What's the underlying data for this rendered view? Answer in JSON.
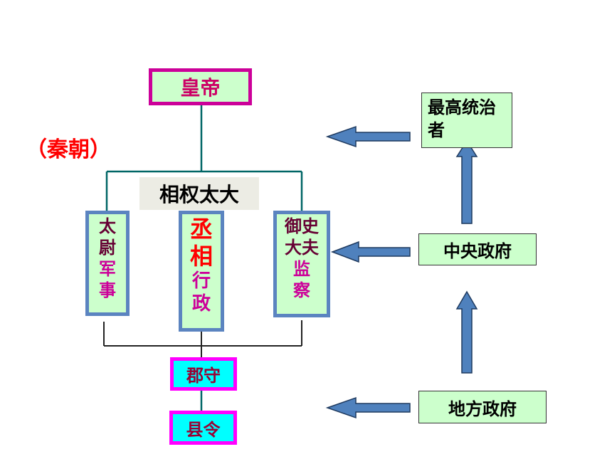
{
  "diagram": {
    "emperor": "皇帝",
    "dynasty": "（秦朝）",
    "power_label": "相权太大",
    "officials": [
      {
        "title": "太尉",
        "duty": "军事"
      },
      {
        "title": "丞相",
        "duty": "行政"
      },
      {
        "title": "御史大夫",
        "duty": "监察"
      }
    ],
    "commandery": "郡守",
    "county": "县令",
    "levels": {
      "top": "最高统治者",
      "central": "中央政府",
      "local": "地方政府"
    },
    "colors": {
      "connector": "#006666",
      "arrow_fill": "#4f81bd",
      "arrow_border": "#1f3a5f",
      "box_fill": "#ccffcc"
    }
  }
}
